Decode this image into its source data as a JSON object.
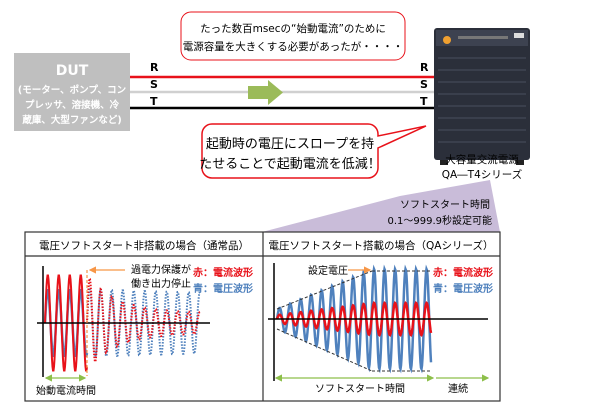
{
  "dut": {
    "title": "DUT",
    "lines": [
      "(モーター、ポンプ、コン",
      "プレッサ、溶接機、冷",
      "蔵庫、大型ファンなど)"
    ]
  },
  "phases": {
    "r": "R",
    "s": "S",
    "t": "T"
  },
  "top_bubble": [
    "たった数百msecの“始動電流”のために",
    "電源容量を大きくする必要があったが・・・・"
  ],
  "bottom_bubble": [
    "起動時の電圧にスロープを持",
    "たせることで起動電流を低減！"
  ],
  "power_supply": {
    "name": "大容量交流電源",
    "model": "QA―T4シリーズ"
  },
  "soft_start_note": [
    "ソフトスタート時間",
    "0.1～999.9秒設定可能"
  ],
  "left_panel": {
    "title": "電圧ソフトスタート非搭載の場合（通常品）",
    "annotation": [
      "過電力保護が",
      "働き出力停止"
    ],
    "legend_red": "赤：電流波形",
    "legend_blue": "青：電圧波形",
    "span_label": "始動電流時間"
  },
  "right_panel": {
    "title": "電圧ソフトスタート搭載の場合（QAシリーズ）",
    "annotation": "設定電圧",
    "legend_red": "赤：電流波形",
    "legend_blue": "青：電圧波形",
    "span1_label": "ソフトスタート時間",
    "span2_label": "連続"
  },
  "colors": {
    "red": "#e8121a",
    "blue": "#4f81bd",
    "green": "#8dbf4a",
    "orange": "#f79646",
    "purple": "#c9bcd9"
  }
}
